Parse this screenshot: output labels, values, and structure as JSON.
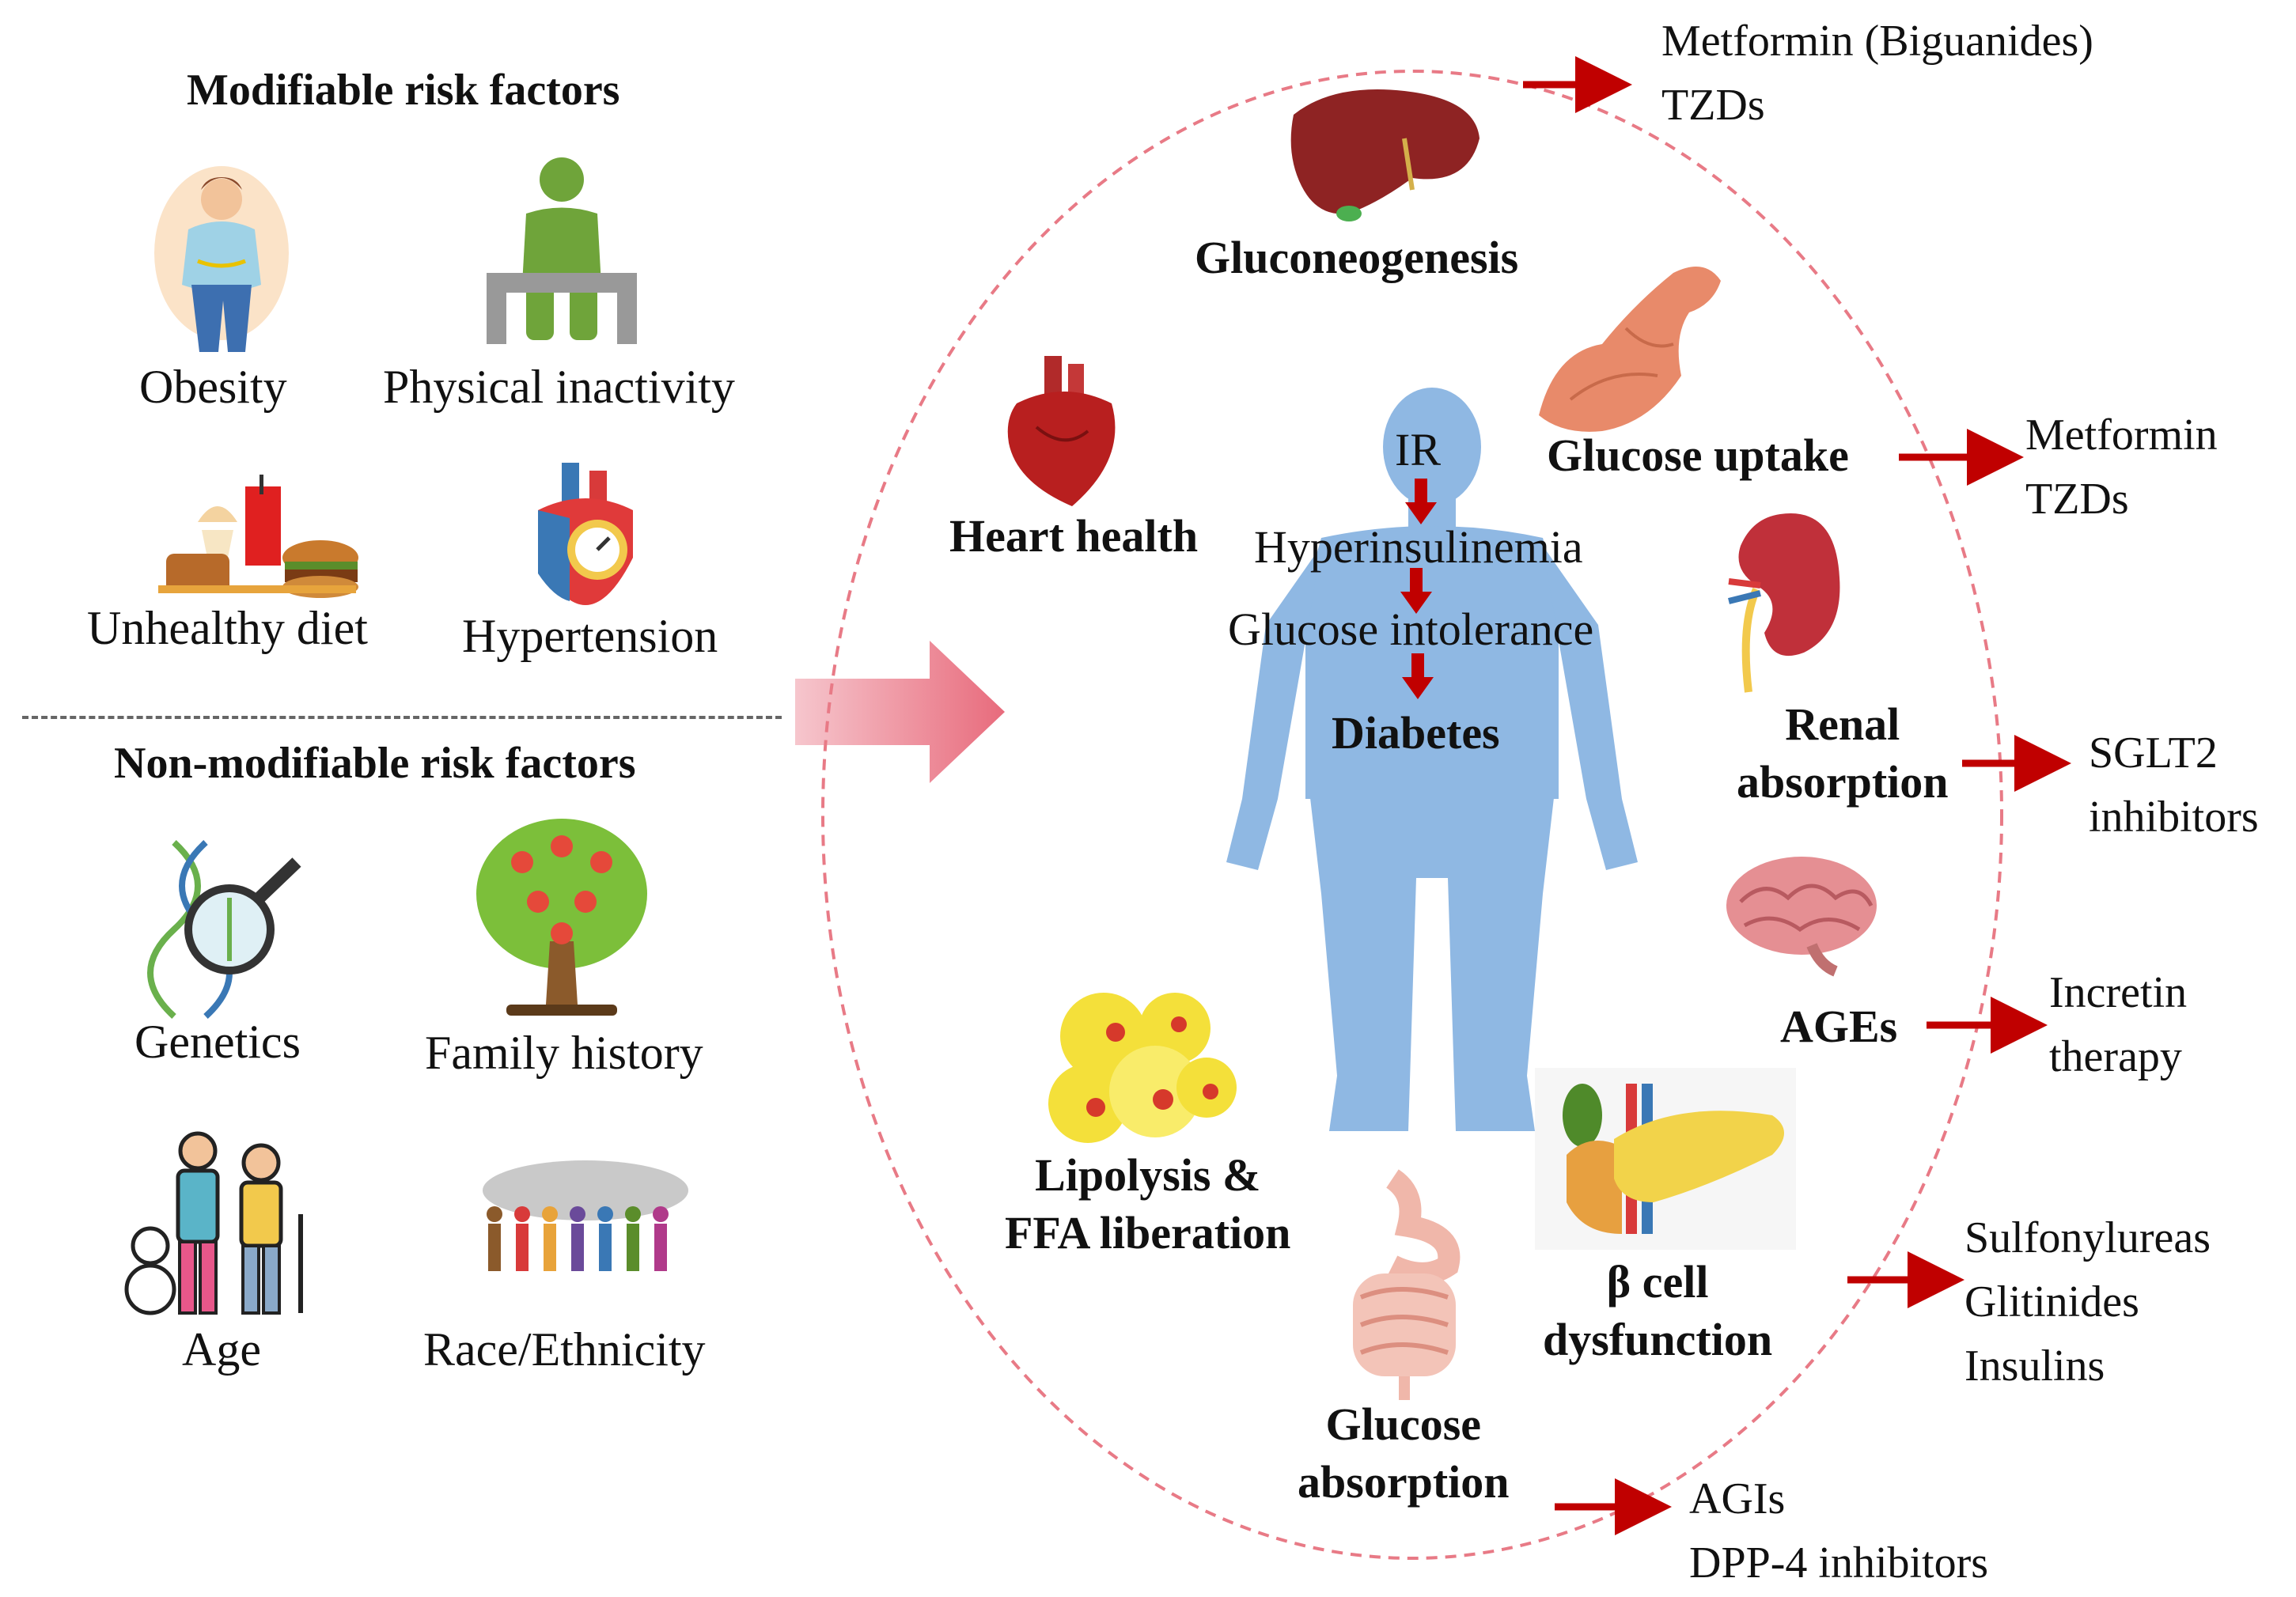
{
  "modifiable": {
    "title": "Modifiable risk factors",
    "items": [
      {
        "label": "Obesity",
        "icon": "obesity-icon"
      },
      {
        "label": "Physical inactivity",
        "icon": "sitting-person-icon"
      },
      {
        "label": "Unhealthy diet",
        "icon": "fast-food-icon"
      },
      {
        "label": "Hypertension",
        "icon": "heart-pressure-icon"
      }
    ]
  },
  "non_modifiable": {
    "title": "Non-modifiable risk factors",
    "items": [
      {
        "label": "Genetics",
        "icon": "dna-magnifier-icon"
      },
      {
        "label": "Family history",
        "icon": "family-tree-icon"
      },
      {
        "label": "Age",
        "icon": "generations-icon"
      },
      {
        "label": "Race/Ethnicity",
        "icon": "people-world-icon"
      }
    ]
  },
  "cascade": [
    "IR",
    "Hyperinsulinemia",
    "Glucose intolerance",
    "Diabetes"
  ],
  "organs": {
    "gluconeogenesis": "Gluconeogenesis",
    "glucose_uptake": "Glucose uptake",
    "heart_health": "Heart health",
    "renal": "Renal\nabsorption",
    "ages": "AGEs",
    "lipolysis": "Lipolysis &\nFFA liberation",
    "beta_cell": "β cell\ndysfunction",
    "glucose_absorption": "Glucose\nabsorption"
  },
  "drugs": {
    "liver": "Metformin (Biguanides)\nTZDs",
    "muscle": "Metformin\nTZDs",
    "kidney": "SGLT2\ninhibitors",
    "brain": "Incretin\ntherapy",
    "pancreas": "Sulfonylureas\nGlitinides\nInsulins",
    "intestine": "AGIs\nDPP-4 inhibitors"
  },
  "colors": {
    "arrow_red": "#c00000",
    "ellipse_dash": "#e87a86",
    "body_blue": "#8fb8e3",
    "big_arrow_pink": "#ee8f9c"
  }
}
